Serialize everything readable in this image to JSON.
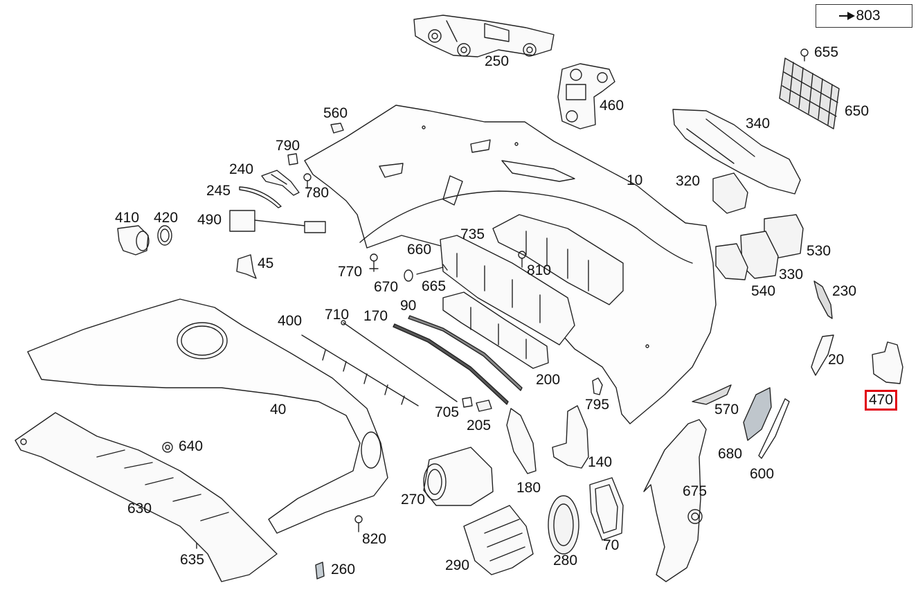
{
  "reference": {
    "prefix": "▶",
    "value": "803"
  },
  "highlight_color": "#e1000f",
  "labels": [
    {
      "id": "250",
      "text": "250"
    },
    {
      "id": "460",
      "text": "460"
    },
    {
      "id": "560",
      "text": "560"
    },
    {
      "id": "790",
      "text": "790"
    },
    {
      "id": "240",
      "text": "240"
    },
    {
      "id": "245",
      "text": "245"
    },
    {
      "id": "780",
      "text": "780"
    },
    {
      "id": "410",
      "text": "410"
    },
    {
      "id": "420",
      "text": "420"
    },
    {
      "id": "490",
      "text": "490"
    },
    {
      "id": "45",
      "text": "45"
    },
    {
      "id": "10",
      "text": "10"
    },
    {
      "id": "320",
      "text": "320"
    },
    {
      "id": "340",
      "text": "340"
    },
    {
      "id": "650",
      "text": "650"
    },
    {
      "id": "655",
      "text": "655"
    },
    {
      "id": "530",
      "text": "530"
    },
    {
      "id": "330",
      "text": "330"
    },
    {
      "id": "540",
      "text": "540"
    },
    {
      "id": "230",
      "text": "230"
    },
    {
      "id": "20",
      "text": "20"
    },
    {
      "id": "470",
      "text": "470",
      "highlighted": true
    },
    {
      "id": "735",
      "text": "735"
    },
    {
      "id": "660",
      "text": "660"
    },
    {
      "id": "770",
      "text": "770"
    },
    {
      "id": "810",
      "text": "810"
    },
    {
      "id": "670",
      "text": "670"
    },
    {
      "id": "665",
      "text": "665"
    },
    {
      "id": "400",
      "text": "400"
    },
    {
      "id": "710",
      "text": "710"
    },
    {
      "id": "170",
      "text": "170"
    },
    {
      "id": "90",
      "text": "90"
    },
    {
      "id": "200",
      "text": "200"
    },
    {
      "id": "795",
      "text": "795"
    },
    {
      "id": "570",
      "text": "570"
    },
    {
      "id": "40",
      "text": "40"
    },
    {
      "id": "705",
      "text": "705"
    },
    {
      "id": "205",
      "text": "205"
    },
    {
      "id": "640",
      "text": "640"
    },
    {
      "id": "140",
      "text": "140"
    },
    {
      "id": "680",
      "text": "680"
    },
    {
      "id": "600",
      "text": "600"
    },
    {
      "id": "630",
      "text": "630"
    },
    {
      "id": "270",
      "text": "270"
    },
    {
      "id": "180",
      "text": "180"
    },
    {
      "id": "675",
      "text": "675"
    },
    {
      "id": "820",
      "text": "820"
    },
    {
      "id": "635",
      "text": "635"
    },
    {
      "id": "260",
      "text": "260"
    },
    {
      "id": "290",
      "text": "290"
    },
    {
      "id": "280",
      "text": "280"
    },
    {
      "id": "70",
      "text": "70"
    }
  ]
}
